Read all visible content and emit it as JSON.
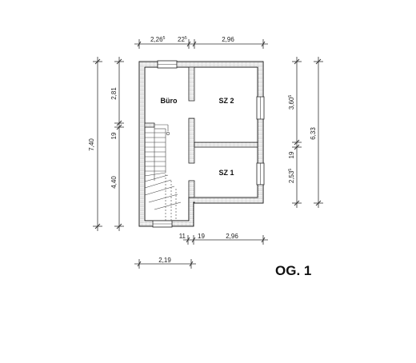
{
  "sheet_label": "OG. 1",
  "rooms": {
    "office": "Büro",
    "bedroom_2": "SZ 2",
    "bedroom_1": "SZ 1"
  },
  "dimensions": {
    "top_left": "2,26",
    "top_left_sup": "5",
    "top_mid": "22",
    "top_mid_sup": "5",
    "top_right": "2,96",
    "left_total": "7,40",
    "left_upper": "2,81",
    "left_mid": "19",
    "left_lower": "4,40",
    "right_upper": "3,60",
    "right_upper_sup": "5",
    "right_mid": "19",
    "right_lower": "2,53",
    "right_lower_sup": "5",
    "right_total": "6,33",
    "bottom_a": "11",
    "bottom_b": "19",
    "bottom_c": "2,96",
    "bottom_stair": "2,19"
  },
  "colors": {
    "wall_hatch": "#555555",
    "line": "#333333"
  }
}
